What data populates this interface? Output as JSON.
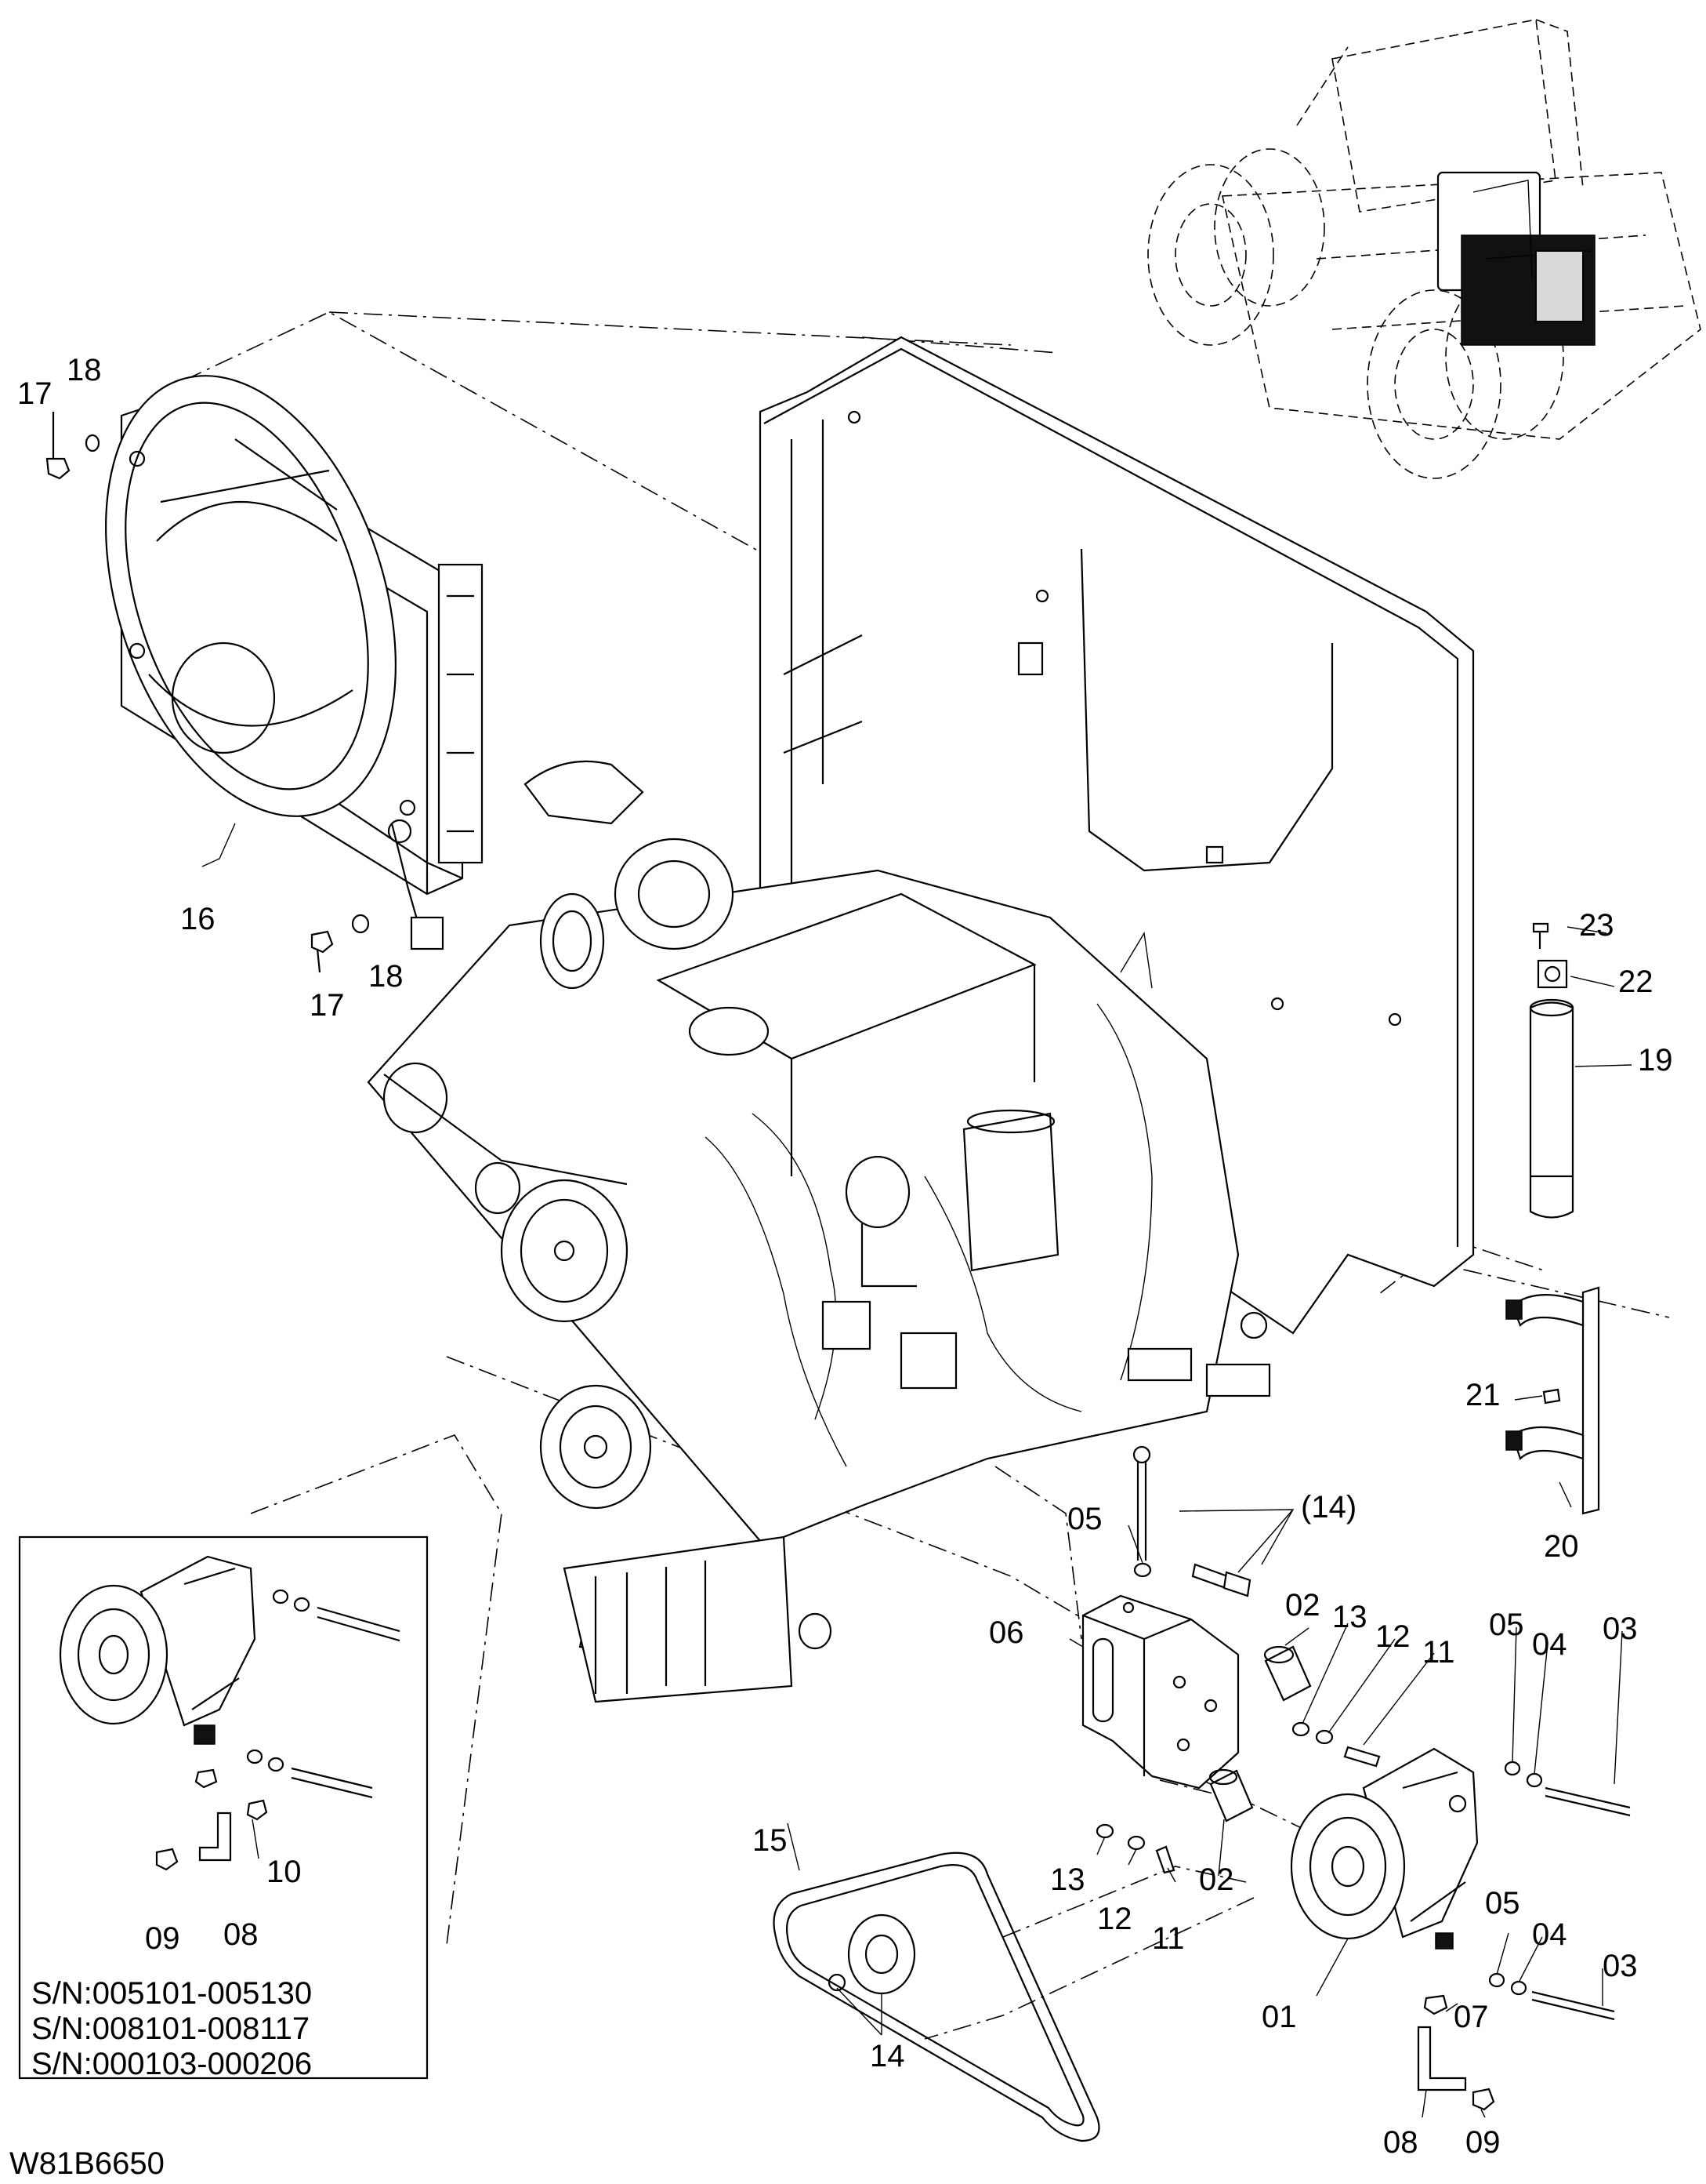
{
  "diagram_id": "W81B6650",
  "serial_numbers": [
    "S/N:005101-005130",
    "S/N:008101-008117",
    "S/N:000103-000206"
  ],
  "callouts": {
    "c17a": "17",
    "c18a": "18",
    "c16": "16",
    "c17b": "17",
    "c18b": "18",
    "c23": "23",
    "c22": "22",
    "c19": "19",
    "c21": "21",
    "c20": "20",
    "c05a": "05",
    "c14a": "(14)",
    "c06": "06",
    "c02a": "02",
    "c13a": "13",
    "c12a": "12",
    "c11a": "11",
    "c05b": "05",
    "c04a": "04",
    "c03a": "03",
    "c13b": "13",
    "c12b": "12",
    "c02b": "02",
    "c11b": "11",
    "c05c": "05",
    "c04b": "04",
    "c03b": "03",
    "c01": "01",
    "c07": "07",
    "c08b": "08",
    "c09b": "09",
    "c15": "15",
    "c14b": "14",
    "i10": "10",
    "i09": "09",
    "i08": "08"
  }
}
